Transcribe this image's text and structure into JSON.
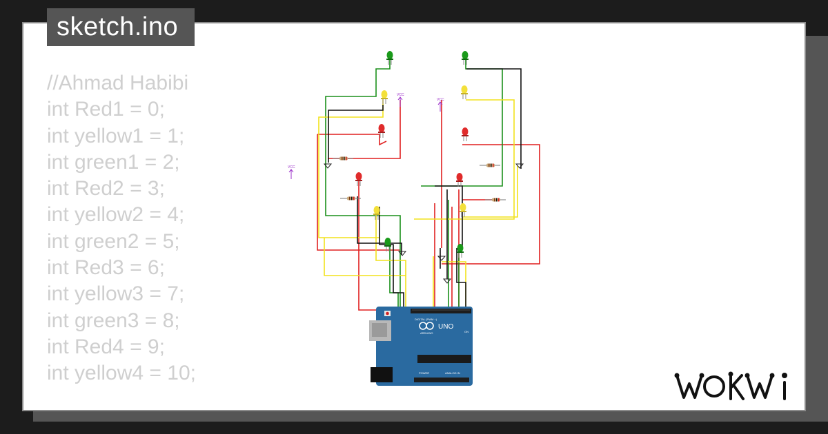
{
  "file_tab": {
    "label": "sketch.ino"
  },
  "code_lines": [
    "//Ahmad Habibi",
    "int Red1 = 0;",
    "int yellow1 = 1;",
    "int green1 = 2;",
    "int Red2 = 3;",
    "int yellow2 = 4;",
    "int green2 = 5;",
    "int Red3 = 6;",
    "int yellow3 = 7;",
    "int green3 = 8;",
    "int Red4 = 9;",
    "int yellow4 = 10;"
  ],
  "brand": {
    "name": "WOKWi"
  },
  "board": {
    "model": "UNO",
    "maker": "ARDUINO",
    "header_digital": "DIGITAL (PWM ~)",
    "header_power": "POWER",
    "header_analog": "ANALOG IN",
    "on_label": "ON"
  },
  "vcc_label": "VCC",
  "colors": {
    "red_wire": "#e01f1f",
    "green_wire": "#1a8f1a",
    "yellow_wire": "#f2e21c",
    "black_wire": "#111111",
    "board": "#2a6aa0",
    "vcc": "#9b30c8"
  }
}
